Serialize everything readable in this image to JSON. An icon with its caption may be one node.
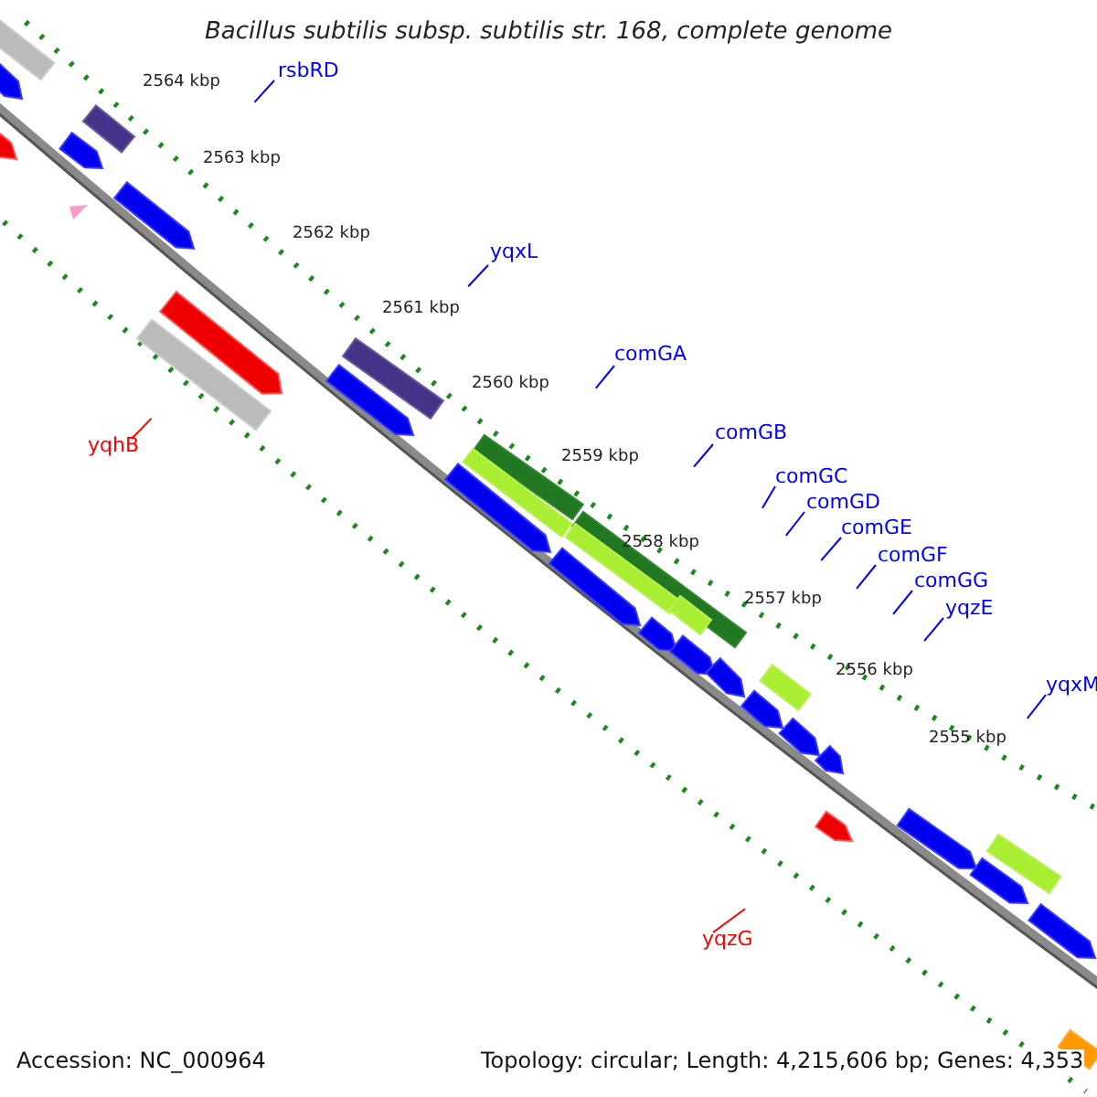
{
  "diagram": {
    "title": "Bacillus subtilis subsp. subtilis str. 168, complete genome",
    "nodes": [
      {
        "text": [
          "rsbRD"
        ]
      },
      {
        "text": [
          "yqxL"
        ]
      },
      {
        "text": [
          "yqhB"
        ]
      },
      {
        "text": [
          "comGA"
        ]
      },
      {
        "text": [
          "comGB"
        ]
      },
      {
        "text": [
          "comGC"
        ]
      },
      {
        "text": [
          "comGD"
        ]
      },
      {
        "text": [
          "comGE"
        ]
      },
      {
        "text": [
          "comGF"
        ]
      },
      {
        "text": [
          "comGG"
        ]
      },
      {
        "text": [
          "yqzE"
        ]
      },
      {
        "text": [
          "yqxM"
        ]
      },
      {
        "text": [
          "yqzG"
        ]
      }
    ],
    "edges": [
      {
        "from": 0,
        "to": null,
        "arrow": "none"
      },
      {
        "from": 1,
        "to": null,
        "arrow": "none"
      },
      {
        "from": 2,
        "to": null,
        "arrow": "none",
        "color": "#ff0000"
      },
      {
        "from": 3,
        "to": null,
        "arrow": "none"
      },
      {
        "from": 4,
        "to": null,
        "arrow": "none"
      },
      {
        "from": 5,
        "to": null,
        "arrow": "none"
      },
      {
        "from": 6,
        "to": null,
        "arrow": "none"
      },
      {
        "from": 7,
        "to": null,
        "arrow": "none"
      },
      {
        "from": 8,
        "to": null,
        "arrow": "none"
      },
      {
        "from": 9,
        "to": null,
        "arrow": "none"
      },
      {
        "from": 10,
        "to": null,
        "arrow": "none"
      },
      {
        "from": 11,
        "to": null,
        "arrow": "none"
      },
      {
        "from": 12,
        "to": null,
        "arrow": "none",
        "color": "#ff0000"
      }
    ],
    "labels": [
      "2564 kbp",
      "2563 kbp",
      "2562 kbp",
      "2561 kbp",
      "2560 kbp",
      "2559 kbp",
      "2558 kbp",
      "2557 kbp",
      "2556 kbp",
      "2555 kbp",
      "Accession: NC_000964",
      "Topology: circular; Length: 4,215,606 bp; Genes: 4,353"
    ]
  }
}
